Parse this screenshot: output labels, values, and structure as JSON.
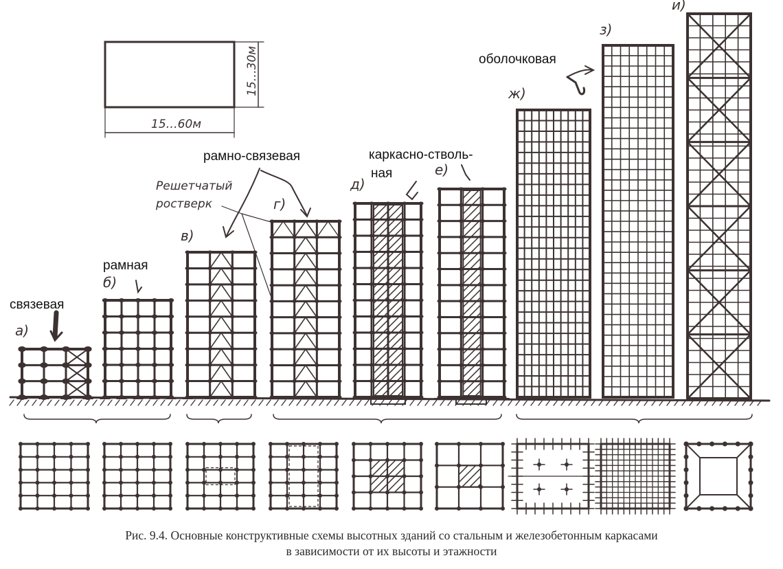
{
  "plan_dims": {
    "width": "15…60м",
    "depth": "15…30м"
  },
  "annotations": {
    "grid_roof": "Решетчатый ростверк",
    "grid_roof_line1": "Решетчатый",
    "grid_roof_line2": "ростверк"
  },
  "schemes": [
    {
      "letter": "а)",
      "label": "связевая"
    },
    {
      "letter": "б)",
      "label": "рамная"
    },
    {
      "letter": "в)",
      "label": "рамно-связевая"
    },
    {
      "letter": "г)",
      "label": ""
    },
    {
      "letter": "д)",
      "label": "каркасно-ствольная"
    },
    {
      "letter": "е)",
      "label": ""
    },
    {
      "letter": "ж)",
      "label": ""
    },
    {
      "letter": "з)",
      "label": "оболочковая"
    },
    {
      "letter": "и)",
      "label": ""
    }
  ],
  "handwritten": {
    "svyazevaya": "связевая",
    "ramnaya": "рамная",
    "ramno_svyazevaya": "рамно-связевая",
    "karkasno_line1": "каркасно-стволь-",
    "karkasno_line2": "ная",
    "obolochkovaya": "оболочковая"
  },
  "caption": {
    "line1": "Рис. 9.4. Основные конструктивные схемы высотных зданий со стальным и железобетонным каркасами",
    "line2": "в зависимости от их высоты и этажности"
  },
  "colors": {
    "ink": "#3d3232",
    "hatch": "#3d3232",
    "background": "#ffffff"
  }
}
